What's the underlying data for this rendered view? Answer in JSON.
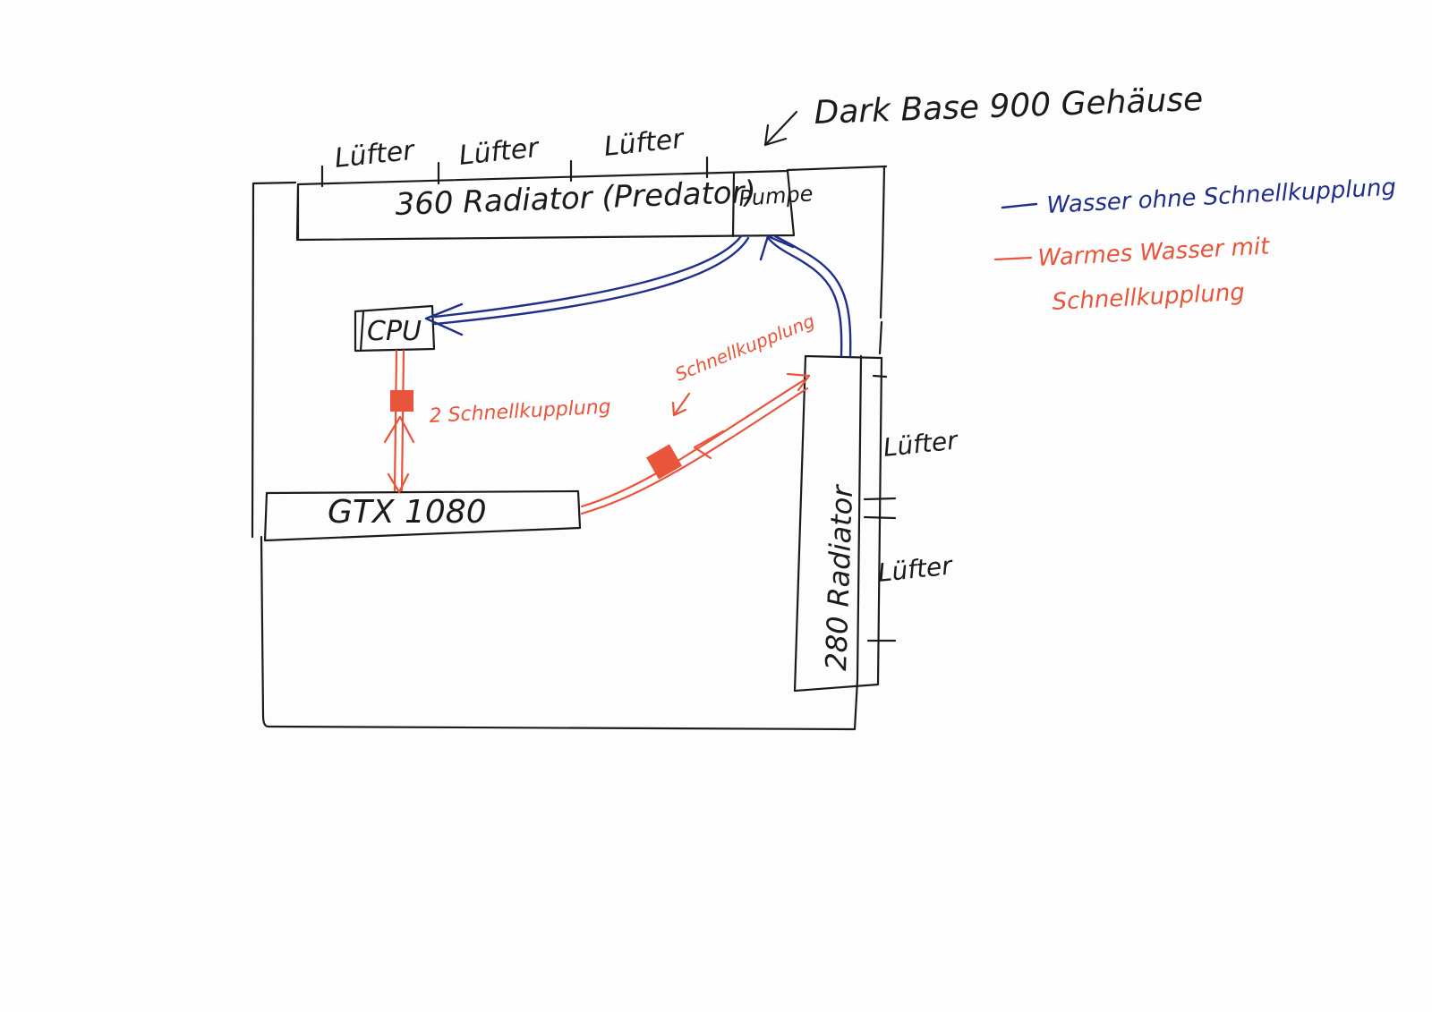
{
  "colors": {
    "ink": "#1b1b1b",
    "blue": "#1f2f8a",
    "red": "#e8553a"
  },
  "title": "Dark Base 900 Gehäuse",
  "top_fans": [
    "Lüfter",
    "Lüfter",
    "Lüfter"
  ],
  "top_radiator": "360 Radiator (Predator)",
  "pump": "Pumpe",
  "cpu": "CPU",
  "gpu": "GTX 1080",
  "side_radiator": "280 Radiator",
  "side_fans": [
    "Lüfter",
    "Lüfter"
  ],
  "coupling_label_left": "2 Schnellkupplung",
  "coupling_label_right": "Schnellkupplung",
  "legend": {
    "blue_text": "Wasser ohne Schnellkupplung",
    "red_text_line1": "Warmes Wasser mit",
    "red_text_line2": "Schnellkupplung"
  }
}
